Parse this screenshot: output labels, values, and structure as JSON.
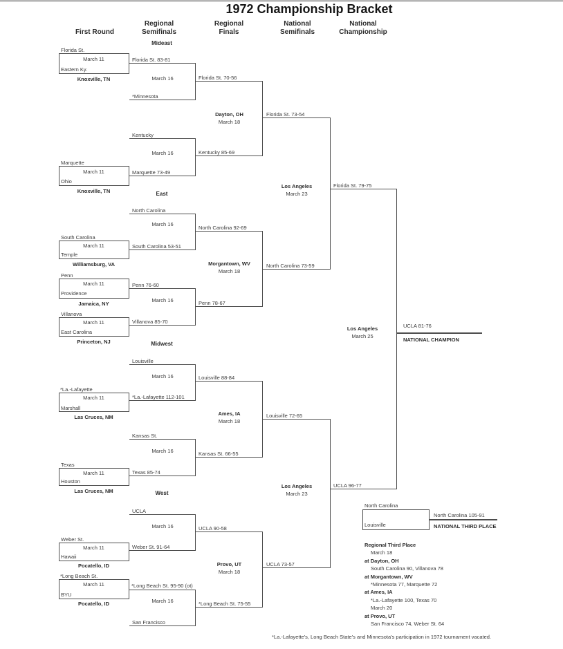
{
  "title": "1972 Championship Bracket",
  "round_headers": {
    "c1": "First Round",
    "c2": "Regional Semifinals",
    "c3": "Regional Finals",
    "c4": "National Semifinals",
    "c5": "National Championship"
  },
  "regions": {
    "mideast": {
      "label": "Mideast",
      "fr": [
        {
          "top": "Florida St.",
          "bottom": "Eastern Ky.",
          "date": "March 11",
          "site": "Knoxville, TN"
        },
        {
          "top": "Marquette",
          "bottom": "Ohio",
          "date": "March 11",
          "site": "Knoxville, TN"
        }
      ],
      "sf": [
        {
          "top": "Florida St. 83-81",
          "bottom": "*Minnesota",
          "date": "March 16"
        },
        {
          "top": "Kentucky",
          "bottom": "Marquette 73-49",
          "date": "March 16"
        }
      ],
      "final": {
        "top": "Florida St. 70-56",
        "bottom": "Kentucky 85-69",
        "site": "Dayton, OH",
        "date": "March 18"
      }
    },
    "east": {
      "label": "East",
      "fr": [
        {
          "top": "South Carolina",
          "bottom": "Temple",
          "date": "March 11",
          "site": "Williamsburg, VA"
        },
        {
          "top": "Penn",
          "bottom": "Providence",
          "date": "March 11",
          "site": "Jamaica, NY"
        },
        {
          "top": "Villanova",
          "bottom": "East Carolina",
          "date": "March 11",
          "site": "Princeton, NJ"
        }
      ],
      "sf": [
        {
          "top": "North Carolina",
          "bottom": "South Carolina 53-51",
          "date": "March 16"
        },
        {
          "top": "Penn 76-60",
          "bottom": "Villanova 85-70",
          "date": "March 16"
        }
      ],
      "final": {
        "top": "North Carolina 92-69",
        "bottom": "Penn 78-67",
        "site": "Morgantown, WV",
        "date": "March 18"
      }
    },
    "midwest": {
      "label": "Midwest",
      "fr": [
        {
          "top": "*La.-Lafayette",
          "bottom": "Marshall",
          "date": "March 11",
          "site": "Las Cruces, NM"
        },
        {
          "top": "Texas",
          "bottom": "Houston",
          "date": "March 11",
          "site": "Las Cruces, NM"
        }
      ],
      "sf": [
        {
          "top": "Louisville",
          "bottom": "*La.-Lafayette 112-101",
          "date": "March 16"
        },
        {
          "top": "Kansas St.",
          "bottom": "Texas 85-74",
          "date": "March 16"
        }
      ],
      "final": {
        "top": "Louisville 88-84",
        "bottom": "Kansas St. 66-55",
        "site": "Ames, IA",
        "date": "March 18"
      }
    },
    "west": {
      "label": "West",
      "fr": [
        {
          "top": "Weber St.",
          "bottom": "Hawaii",
          "date": "March 11",
          "site": "Pocatello, ID"
        },
        {
          "top": "*Long Beach St.",
          "bottom": "BYU",
          "date": "March 11",
          "site": "Pocatello, ID"
        }
      ],
      "sf": [
        {
          "top": "UCLA",
          "bottom": "Weber St. 91-64",
          "date": "March 16"
        },
        {
          "top": "*Long Beach St. 95-90 (ot)",
          "bottom": "San Francisco",
          "date": "March 16"
        }
      ],
      "final": {
        "top": "UCLA 90-58",
        "bottom": "*Long Beach St. 75-55",
        "site": "Provo, UT",
        "date": "March 18"
      }
    }
  },
  "national": {
    "semifinals": [
      {
        "top": "Florida St. 73-54",
        "bottom": "North Carolina 73-59",
        "site": "Los Angeles",
        "date": "March 23"
      },
      {
        "top": "Louisville 72-65",
        "bottom": "UCLA 73-57",
        "site": "Los Angeles",
        "date": "March 23"
      }
    ],
    "final": {
      "top": "Florida St. 79-75",
      "bottom": "UCLA 96-77",
      "site": "Los Angeles",
      "date": "March 25"
    },
    "champion": {
      "score": "UCLA 81-76",
      "label": "NATIONAL CHAMPION"
    },
    "third_place": {
      "top": "North Carolina",
      "bottom": "Louisville",
      "score": "North Carolina 105-91",
      "label": "NATIONAL THIRD PLACE"
    }
  },
  "regional_third_place": {
    "title": "Regional Third Place",
    "lines": [
      {
        "text": "March 18"
      },
      {
        "text": "at Dayton, OH",
        "bold": true
      },
      {
        "text": "South Carolina 90, Villanova 78"
      },
      {
        "text": "at Morgantown, WV",
        "bold": true
      },
      {
        "text": "*Minnesota 77, Marquette 72"
      },
      {
        "text": "at Ames, IA",
        "bold": true
      },
      {
        "text": "*La.-Lafayette 100, Texas 70"
      },
      {
        "text": "March 20"
      },
      {
        "text": "at Provo, UT",
        "bold": true
      },
      {
        "text": "San Francisco 74, Weber St. 64"
      }
    ]
  },
  "footnote": "*La.-Lafayette's, Long Beach State's and Minnesota's participation in 1972 tournament vacated."
}
